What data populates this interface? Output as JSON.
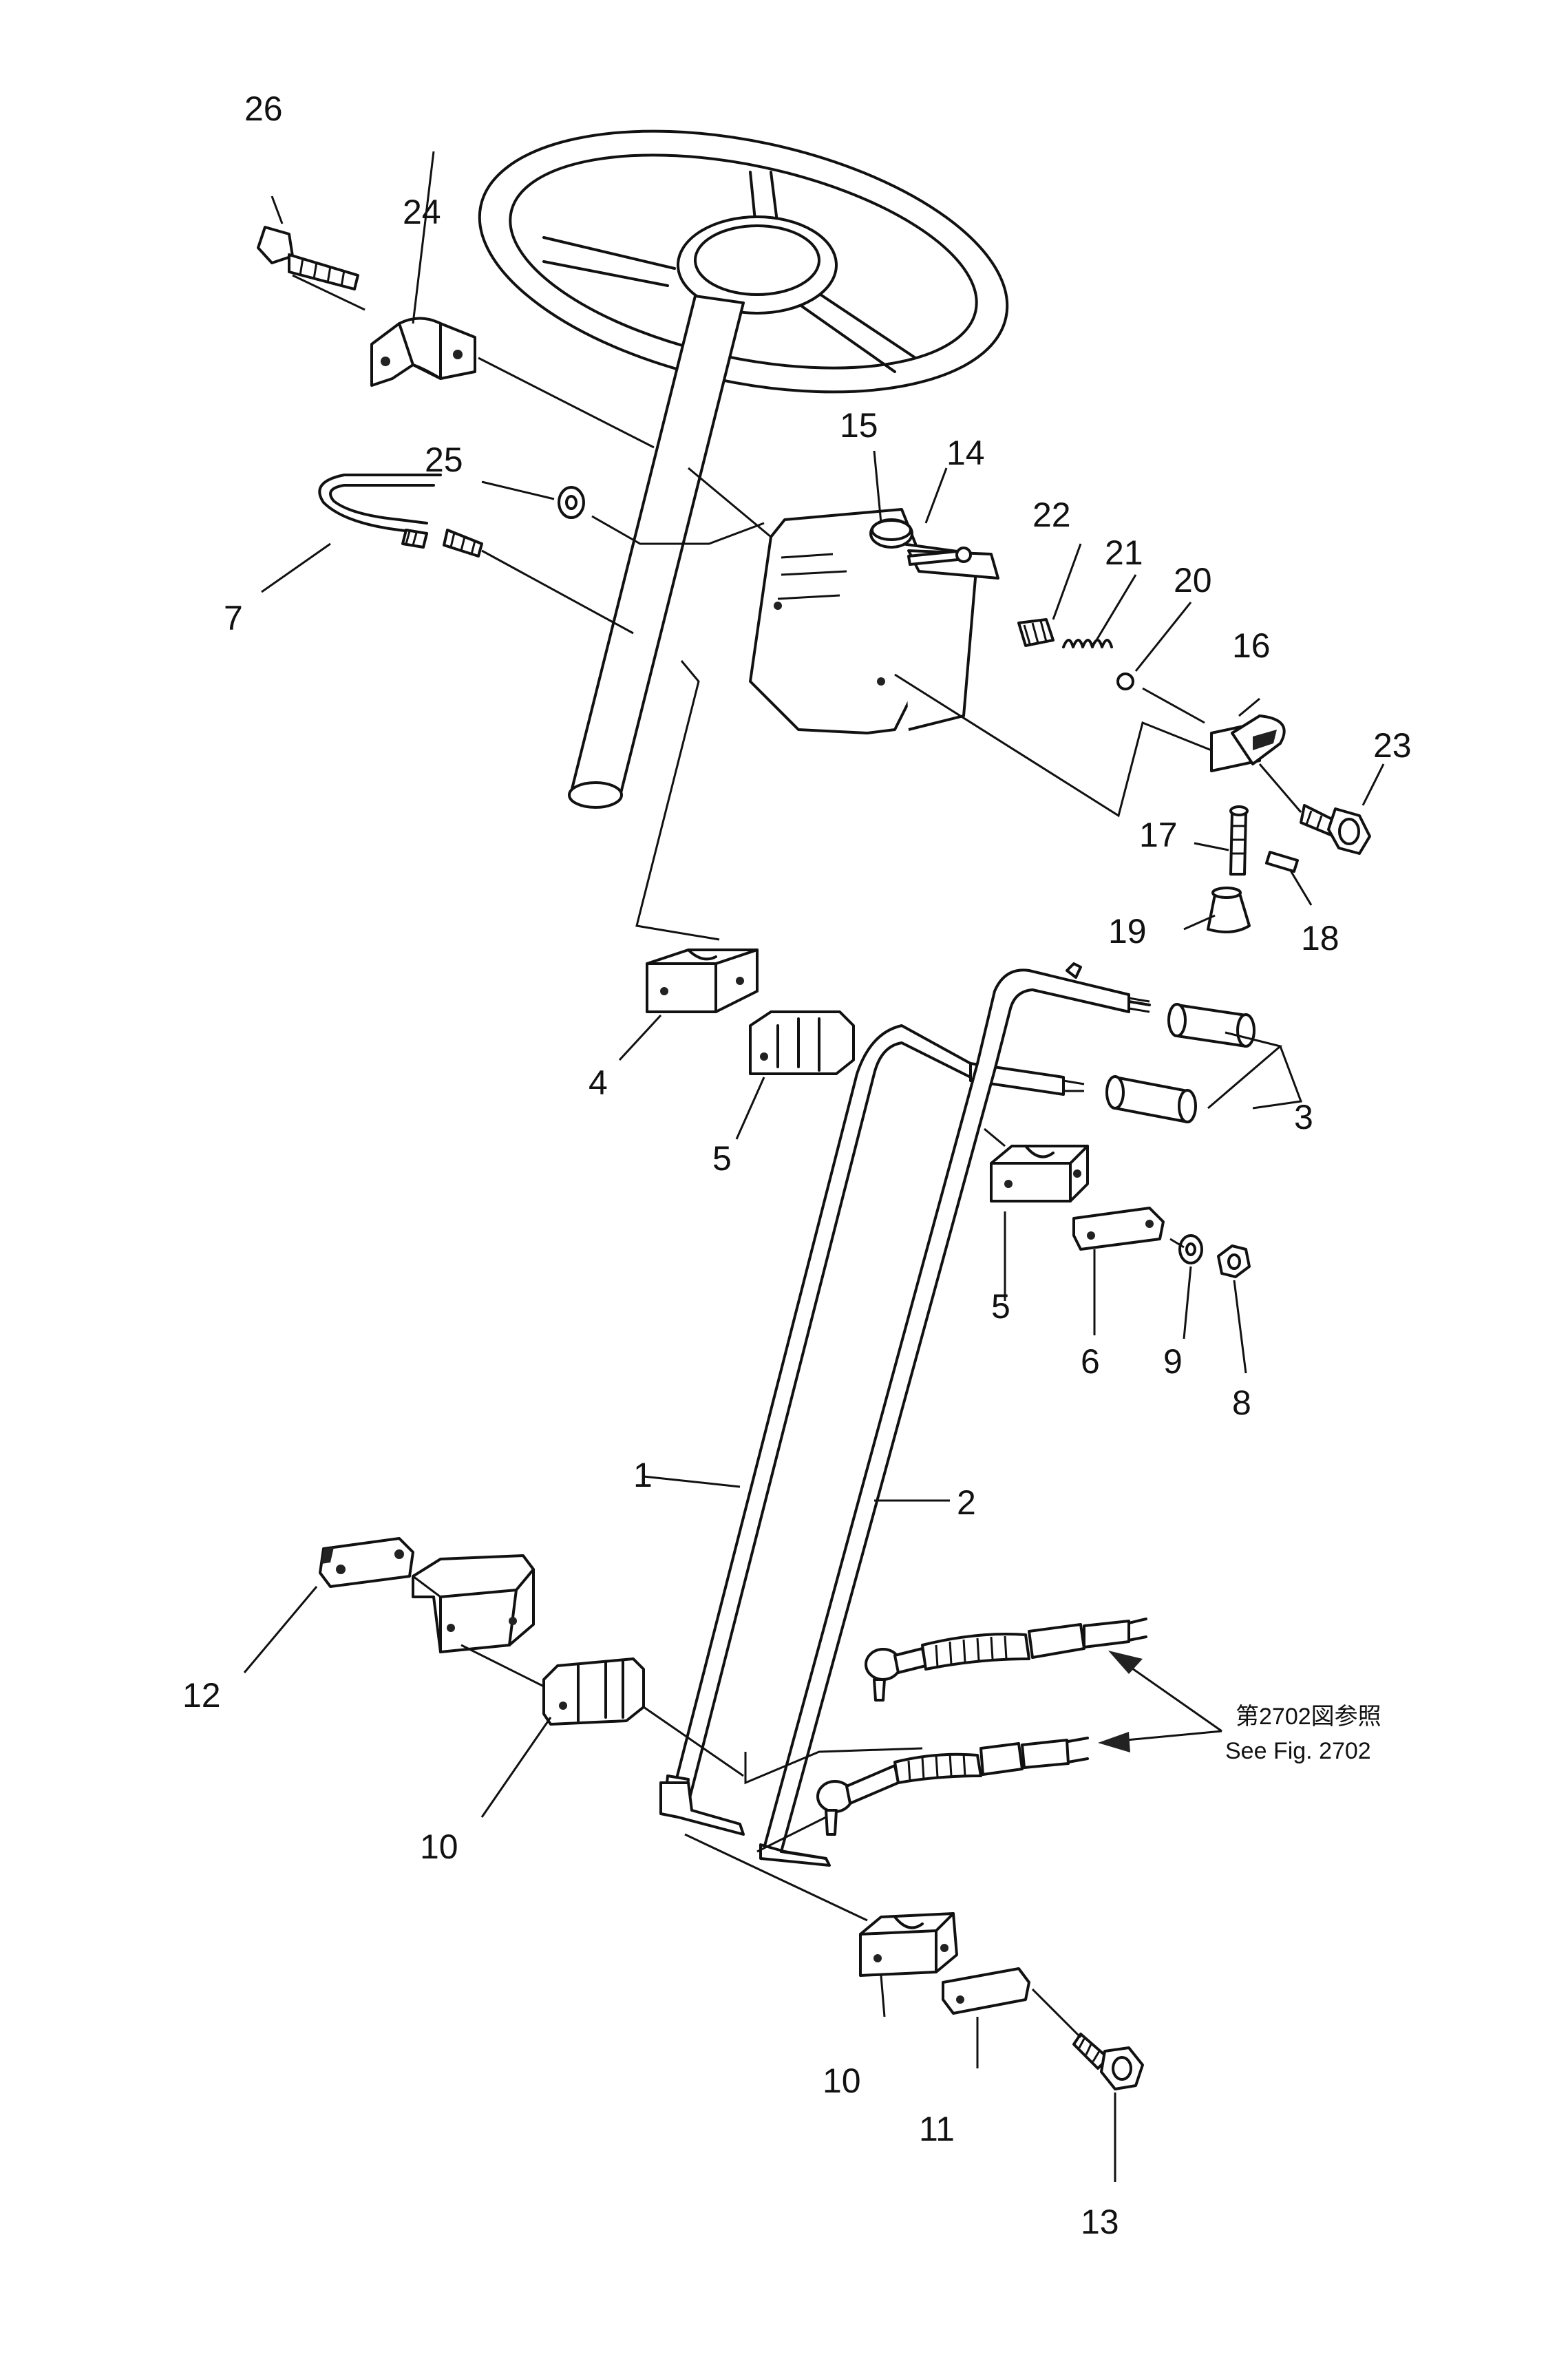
{
  "callouts": [
    "26",
    "24",
    "25",
    "7",
    "15",
    "14",
    "22",
    "21",
    "20",
    "16",
    "23",
    "17",
    "18",
    "19",
    "4",
    "5",
    "3",
    "5",
    "6",
    "9",
    "8",
    "1",
    "2",
    "12",
    "10",
    "10",
    "11",
    "13"
  ],
  "reference_note": {
    "japanese": "第2702図参照",
    "english": "See Fig. 2702"
  }
}
